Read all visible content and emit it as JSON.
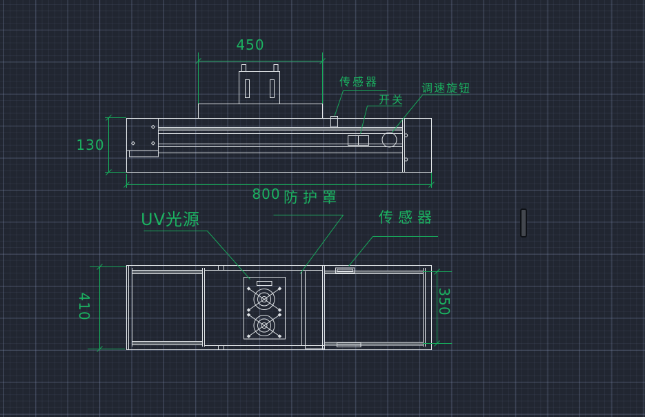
{
  "viewport": {
    "background": "#212631",
    "grid_major": "#4a5269",
    "grid_minor": "#262b38"
  },
  "colors": {
    "line": "#dfe3e6",
    "green": "#17a95b"
  },
  "front_view": {
    "dim_hood_width": "450",
    "dim_height": "130",
    "dim_length": "800",
    "label_sensor": "传感器",
    "label_switch": "开关",
    "label_speed_knob": "调速旋钮"
  },
  "top_view": {
    "dim_overall_width": "410",
    "dim_belt_width": "350",
    "label_uv_source": "UV光源",
    "label_cover": "防护罩",
    "label_sensor": "传感器"
  }
}
